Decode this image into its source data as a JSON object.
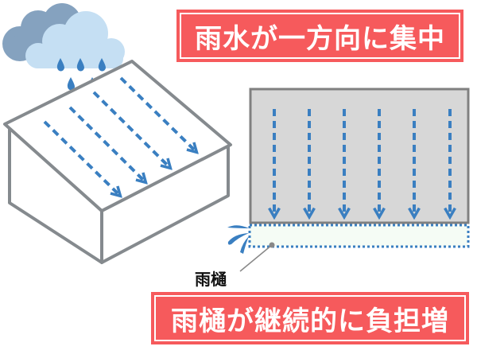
{
  "labels": {
    "top_banner": "雨水が一方向に集中",
    "gutter": "雨樋",
    "bottom_banner": "雨樋が継続的に負担増"
  },
  "colors": {
    "banner": "#f65a5c",
    "arrow": "#3a7fc1",
    "outline": "#858a8e",
    "panel": "#d7d7d7",
    "gutter_fill": "#f5fcf5",
    "cloud_dark": "#85a2bf",
    "cloud_light": "#c5dff3"
  }
}
